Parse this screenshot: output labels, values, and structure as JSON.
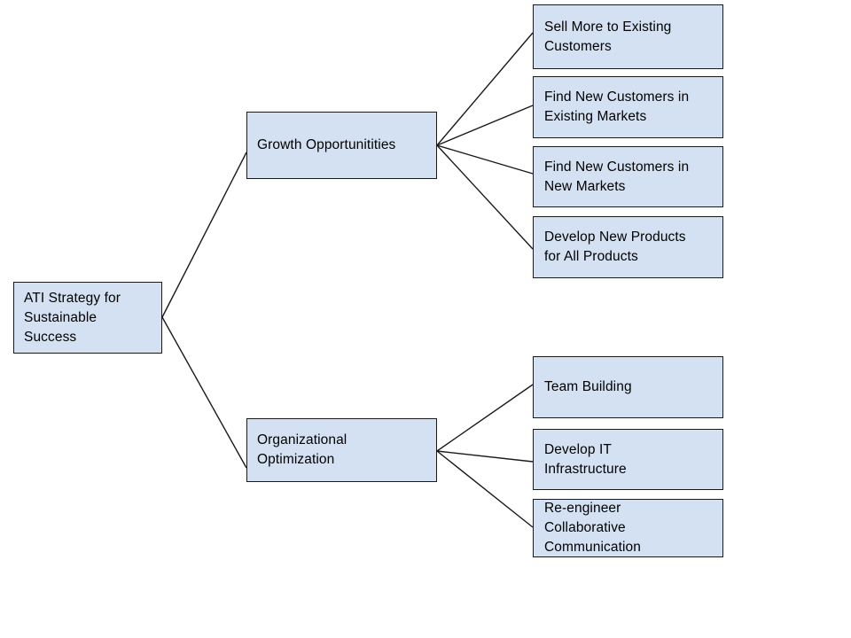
{
  "diagram": {
    "type": "tree-diagram",
    "background_color": "#ffffff",
    "node_fill_color": "#d4e1f2",
    "node_border_color": "#1a1a1a",
    "edge_color": "#1a1a1a",
    "text_color": "#000000",
    "root": {
      "label": "ATI Strategy for\nSustainable\nSuccess"
    },
    "branches": [
      {
        "label": "Growth Opportunitities",
        "children": [
          {
            "label": "Sell More to Existing\nCustomers"
          },
          {
            "label": "Find New Customers in\nExisting Markets"
          },
          {
            "label": "Find New Customers in\nNew Markets"
          },
          {
            "label": "Develop New Products\nfor All Products"
          }
        ]
      },
      {
        "label": "Organizational\nOptimization",
        "children": [
          {
            "label": "Team Building"
          },
          {
            "label": "Develop IT\nInfrastructure"
          },
          {
            "label": "Re-engineer\nCollaborative\nCommunication"
          }
        ]
      }
    ]
  }
}
